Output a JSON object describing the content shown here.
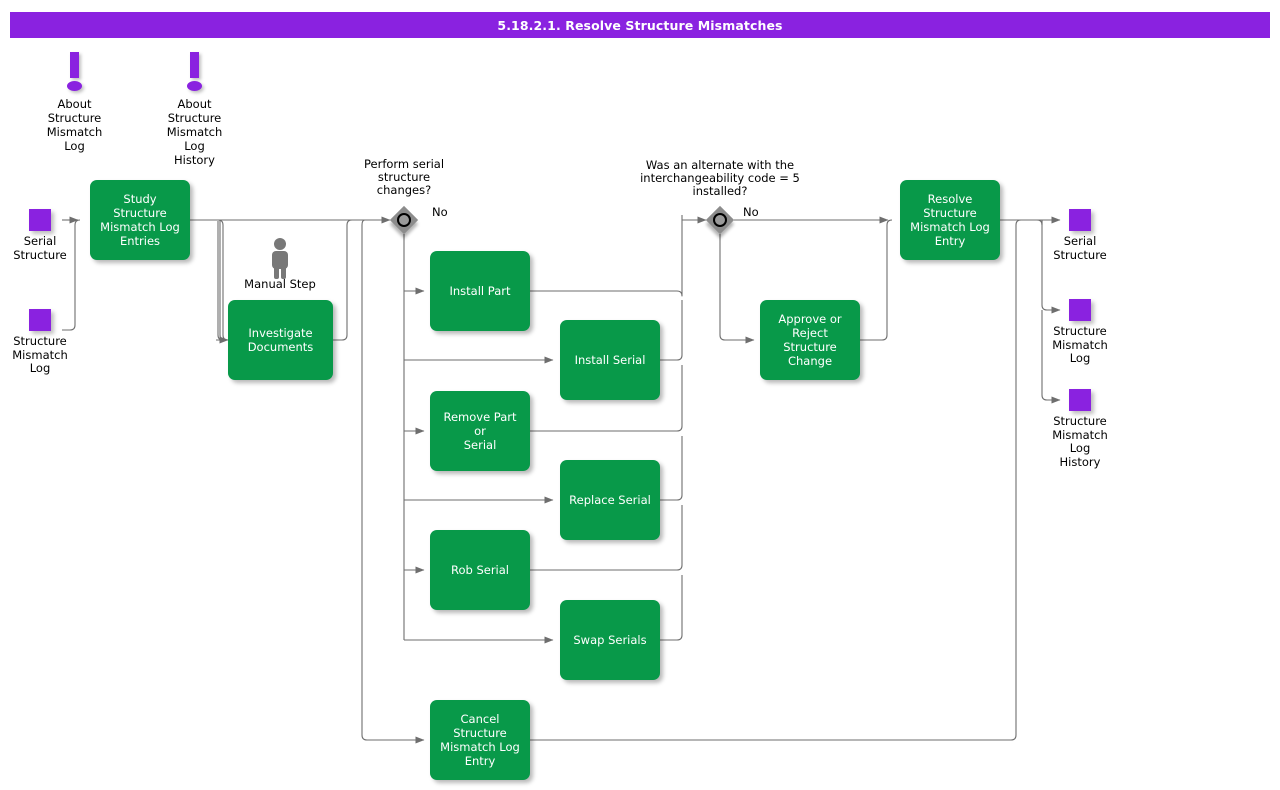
{
  "header": {
    "title": "5.18.2.1. Resolve Structure Mismatches",
    "bar_color": "#8A22E0",
    "text_color": "#FFFFFF"
  },
  "theme": {
    "process_fill": "#089949",
    "terminal_fill": "#8A22E0",
    "decision_fill": "#8C8C8C",
    "wire_color": "#6E6E6E",
    "background": "#FFFFFF"
  },
  "notes": [
    {
      "id": "note-structure-mismatch-log",
      "label": "About Structure\nMismatch Log",
      "icon": "exclamation-icon"
    },
    {
      "id": "note-structure-mismatch-log-history",
      "label": "About Structure\nMismatch Log History",
      "icon": "exclamation-icon"
    }
  ],
  "inputs": [
    {
      "id": "input-serial-structure",
      "label": "Serial\nStructure"
    },
    {
      "id": "input-structure-mismatch-log",
      "label": "Structure\nMismatch\nLog"
    }
  ],
  "outputs": [
    {
      "id": "output-serial-structure",
      "label": "Serial\nStructure"
    },
    {
      "id": "output-structure-mismatch-log",
      "label": "Structure\nMismatch\nLog"
    },
    {
      "id": "output-structure-mismatch-log-history",
      "label": "Structure\nMismatch\nLog History"
    }
  ],
  "actor": {
    "id": "manual-step",
    "label": "Manual Step",
    "icon": "person-icon"
  },
  "processes": [
    {
      "id": "study-structure-mismatch-log-entries",
      "label": "Study Structure\nMismatch Log\nEntries"
    },
    {
      "id": "investigate-documents",
      "label": "Investigate\nDocuments"
    },
    {
      "id": "install-part",
      "label": "Install Part"
    },
    {
      "id": "install-serial",
      "label": "Install Serial"
    },
    {
      "id": "remove-part-or-serial",
      "label": "Remove Part or\nSerial"
    },
    {
      "id": "replace-serial",
      "label": "Replace Serial"
    },
    {
      "id": "rob-serial",
      "label": "Rob Serial"
    },
    {
      "id": "swap-serials",
      "label": "Swap Serials"
    },
    {
      "id": "cancel-structure-mismatch-log-entry",
      "label": "Cancel Structure\nMismatch Log\nEntry"
    },
    {
      "id": "approve-or-reject-structure-change",
      "label": "Approve or\nReject Structure\nChange"
    },
    {
      "id": "resolve-structure-mismatch-log-entry",
      "label": "Resolve\nStructure\nMismatch Log\nEntry"
    }
  ],
  "decisions": [
    {
      "id": "decision-perform-serial-structure-changes",
      "question": "Perform serial\nstructure\nchanges?",
      "branch_label": "No"
    },
    {
      "id": "decision-alternate-interchangeability-code",
      "question": "Was an alternate with the\ninterchangeability code = 5\ninstalled?",
      "branch_label": "No"
    }
  ]
}
